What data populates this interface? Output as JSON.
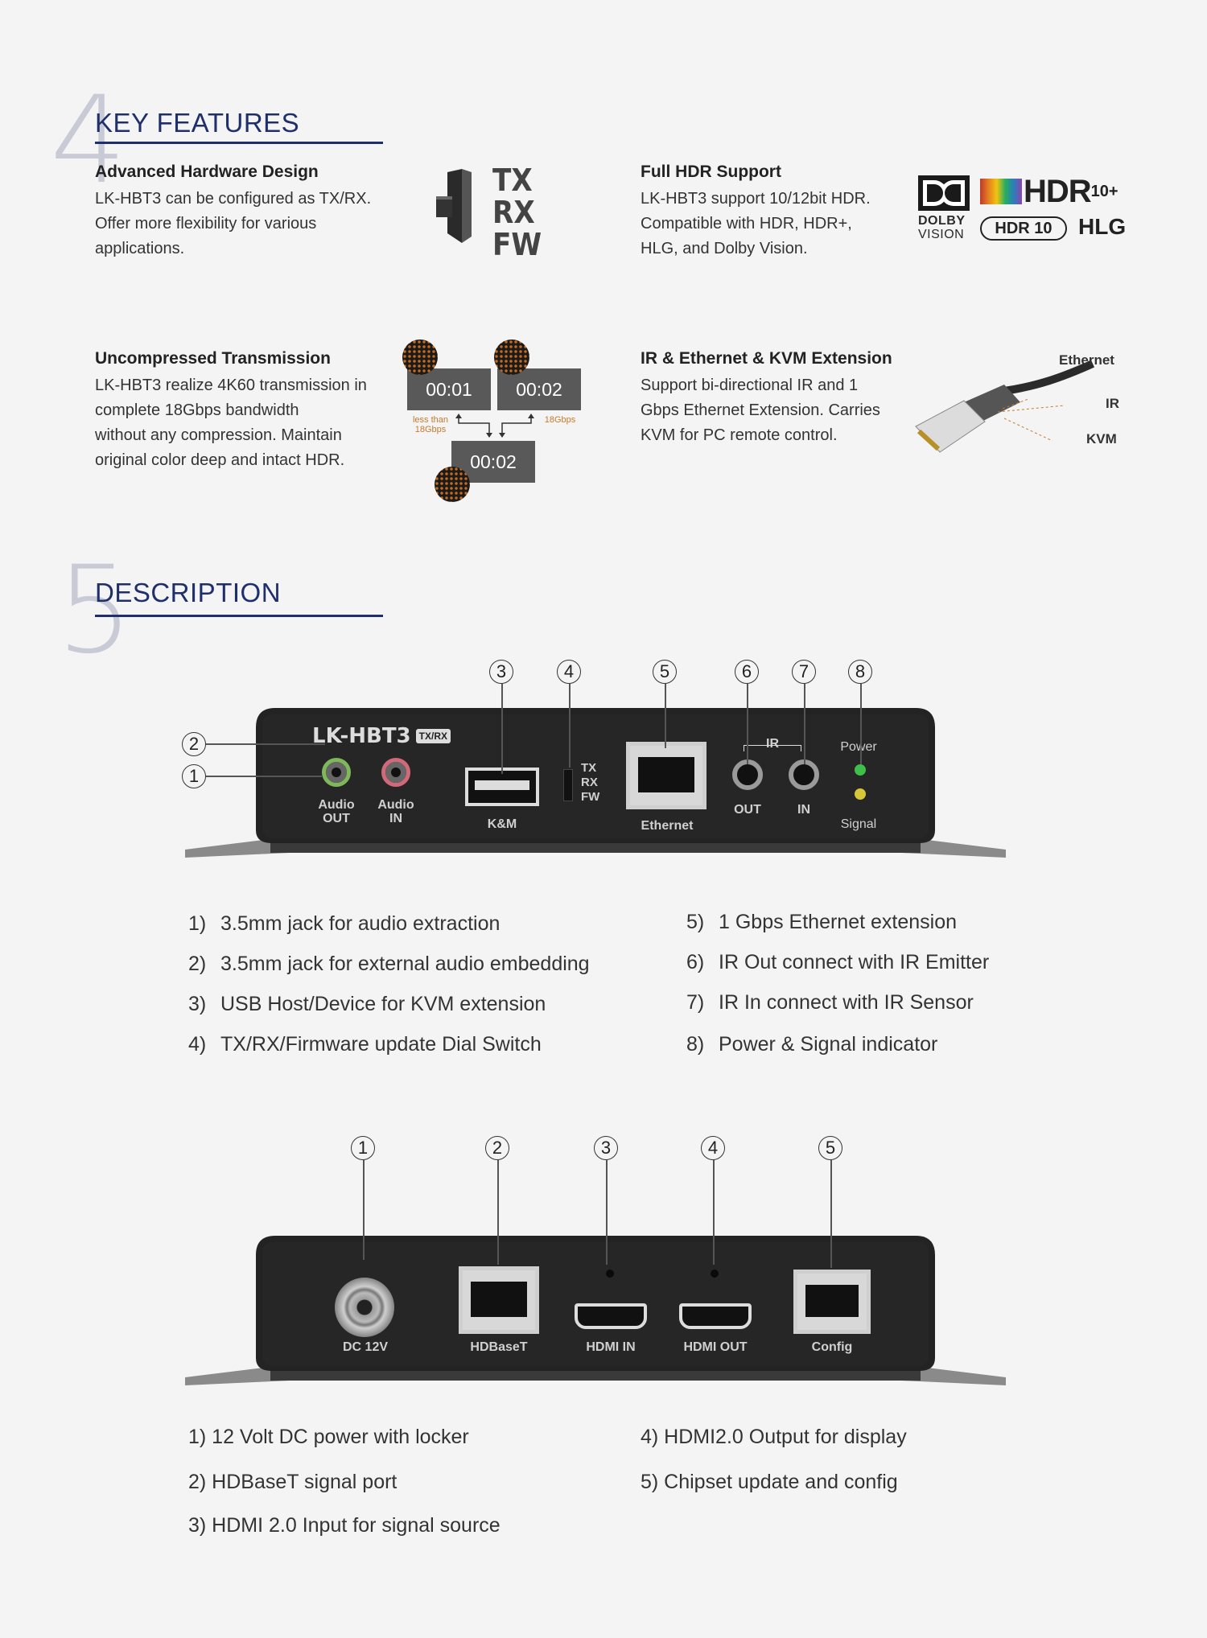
{
  "key_features": {
    "number": "4",
    "title": "KEY FEATURES",
    "advanced": {
      "title": "Advanced Hardware Design",
      "lines": [
        "LK-HBT3 can be configured as TX/RX.",
        "Offer more flexibility for various",
        "applications."
      ],
      "switch_labels": [
        "TX",
        "RX",
        "FW"
      ]
    },
    "hdr": {
      "title": "Full HDR Support",
      "lines": [
        "LK-HBT3 support 10/12bit HDR.",
        "Compatible with HDR, HDR+,",
        "HLG, and Dolby Vision."
      ],
      "logos": {
        "dolby_1": "DOLBY",
        "dolby_2": "VISION",
        "hdr10plus": "HDR",
        "hdr10plus_suffix": "10+",
        "hdr10": "HDR 10",
        "hlg": "HLG"
      }
    },
    "uncompressed": {
      "title": "Uncompressed Transmission",
      "lines": [
        "LK-HBT3 realize 4K60 transmission in",
        "complete 18Gbps bandwidth",
        "without any compression. Maintain",
        "original color deep and intact HDR."
      ],
      "time_1": "00:01",
      "time_2": "00:02",
      "time_3": "00:02",
      "note_left_1": "less than",
      "note_left_2": "18Gbps",
      "note_right": "18Gbps"
    },
    "ir": {
      "title": "IR & Ethernet & KVM Extension",
      "lines": [
        "Support bi-directional IR and 1",
        "Gbps Ethernet Extension. Carries",
        "KVM for PC remote control."
      ],
      "cable_labels": {
        "ethernet": "Ethernet",
        "ir": "IR",
        "kvm": "KVM"
      }
    }
  },
  "description": {
    "number": "5",
    "title": "DESCRIPTION",
    "front_panel": {
      "model": "LK-HBT3",
      "model_badge": "TX/RX",
      "audio_out_1": "Audio",
      "audio_out_2": "OUT",
      "audio_in_1": "Audio",
      "audio_in_2": "IN",
      "km": "K&M",
      "switch": [
        "TX",
        "RX",
        "FW"
      ],
      "ethernet": "Ethernet",
      "ir": "IR",
      "ir_out": "OUT",
      "ir_in": "IN",
      "power": "Power",
      "signal": "Signal",
      "callouts": [
        "1",
        "2",
        "3",
        "4",
        "5",
        "6",
        "7",
        "8"
      ]
    },
    "front_items": [
      {
        "num": "1)",
        "text": "3.5mm jack for audio extraction"
      },
      {
        "num": "2)",
        "text": "3.5mm jack for external audio embedding"
      },
      {
        "num": "3)",
        "text": "USB Host/Device for KVM extension"
      },
      {
        "num": "4)",
        "text": "TX/RX/Firmware update Dial Switch"
      },
      {
        "num": "5)",
        "text": "1 Gbps Ethernet extension"
      },
      {
        "num": "6)",
        "text": "IR Out connect with IR Emitter"
      },
      {
        "num": "7)",
        "text": "IR In connect with IR Sensor"
      },
      {
        "num": "8)",
        "text": "Power & Signal indicator"
      }
    ],
    "rear_panel": {
      "dc": "DC 12V",
      "hdbaset": "HDBaseT",
      "hdmi_in": "HDMI IN",
      "hdmi_out": "HDMI OUT",
      "config": "Config",
      "callouts": [
        "1",
        "2",
        "3",
        "4",
        "5"
      ]
    },
    "rear_items": [
      "1) 12 Volt DC power with locker",
      "2) HDBaseT signal port",
      "3) HDMI 2.0 Input for signal source",
      "4) HDMI2.0 Output for display",
      "5) Chipset update and config"
    ]
  },
  "colors": {
    "accent": "#1f2f6b",
    "panel": "#262626",
    "orange": "#c87a2a"
  }
}
